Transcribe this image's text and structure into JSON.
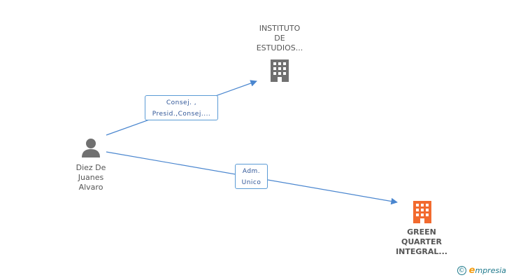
{
  "nodes": {
    "instituto": {
      "label": "INSTITUTO\nDE\nESTUDIOS...",
      "icon": "building-icon",
      "color": "#707070"
    },
    "person": {
      "label": "Diez De\nJuanes\nAlvaro",
      "icon": "person-icon",
      "color": "#707070"
    },
    "green": {
      "label": "GREEN\nQUARTER\nINTEGRAL...",
      "icon": "building-icon",
      "color": "#f26a2e"
    }
  },
  "edges": {
    "to_instituto": {
      "line1": "Consej. ,",
      "line2": "Presid.,Consej...."
    },
    "to_green": {
      "line1": "Adm.",
      "line2": "Unico"
    }
  },
  "colors": {
    "edge": "#4a86cf"
  },
  "brand": {
    "copyright": "©",
    "e": "e",
    "rest": "mpresia"
  }
}
